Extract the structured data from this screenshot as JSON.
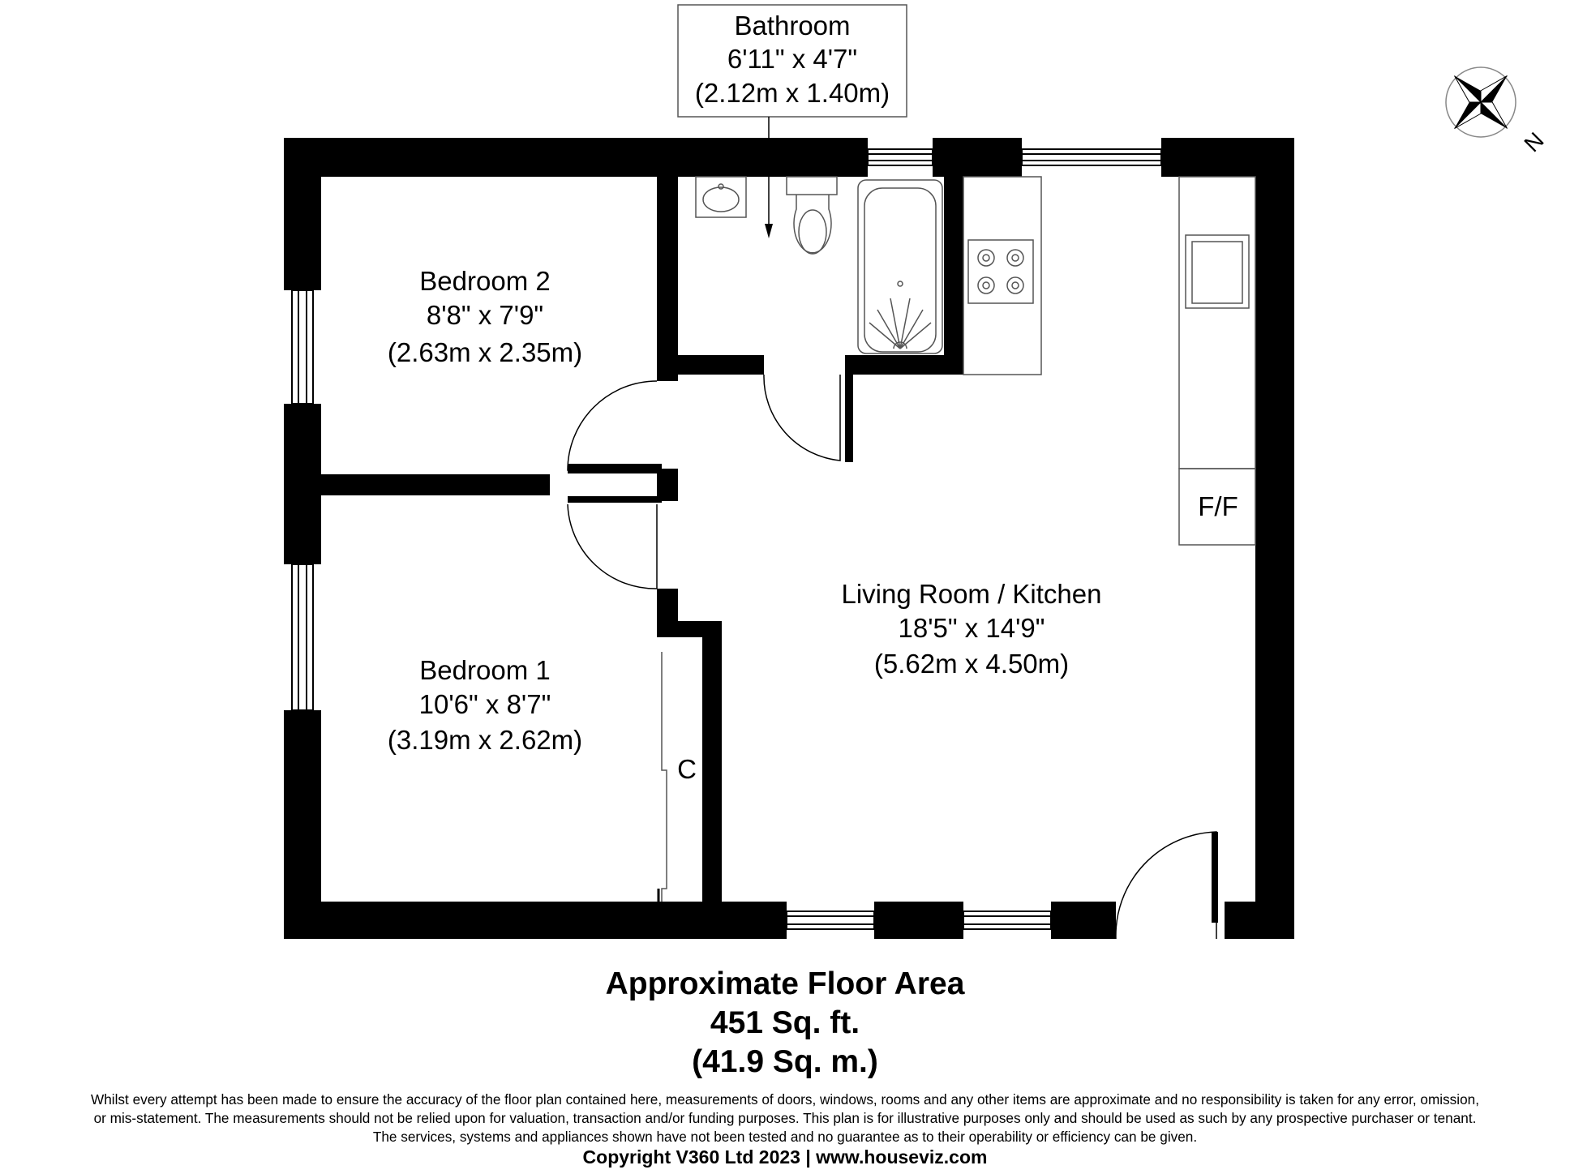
{
  "rooms": {
    "bathroom": {
      "name": "Bathroom",
      "imperial": "6'11\" x 4'7\"",
      "metric": "(2.12m x 1.40m)"
    },
    "bedroom2": {
      "name": "Bedroom 2",
      "imperial": "8'8\" x 7'9\"",
      "metric": "(2.63m x 2.35m)"
    },
    "bedroom1": {
      "name": "Bedroom 1",
      "imperial": "10'6\" x 8'7\"",
      "metric": "(3.19m x 2.62m)"
    },
    "living": {
      "name": "Living Room / Kitchen",
      "imperial": "18'5\" x 14'9\"",
      "metric": "(5.62m x 4.50m)"
    }
  },
  "fixtures": {
    "fridge_freezer": "F/F",
    "cupboard": "C"
  },
  "compass": {
    "north_label": "N"
  },
  "floor_area": {
    "title": "Approximate Floor Area",
    "imperial": "451 Sq. ft.",
    "metric": "(41.9 Sq. m.)"
  },
  "disclaimer": {
    "line1": "Whilst every attempt has been made to ensure the accuracy of the floor plan contained here, measurements of doors, windows, rooms and any other items are approximate and no responsibility is taken for any error, omission,",
    "line2": "or mis-statement. The measurements should not be relied upon for valuation, transaction and/or funding purposes. This plan is for illustrative purposes only and should be used as such by any prospective purchaser or tenant.",
    "line3": "The services, systems and appliances shown have not been tested and no guarantee as to their operability or efficiency can be given."
  },
  "copyright": "Copyright V360 Ltd 2023 | www.houseviz.com",
  "colors": {
    "wall": "#000000",
    "fixture": "#555555",
    "background": "#ffffff"
  }
}
